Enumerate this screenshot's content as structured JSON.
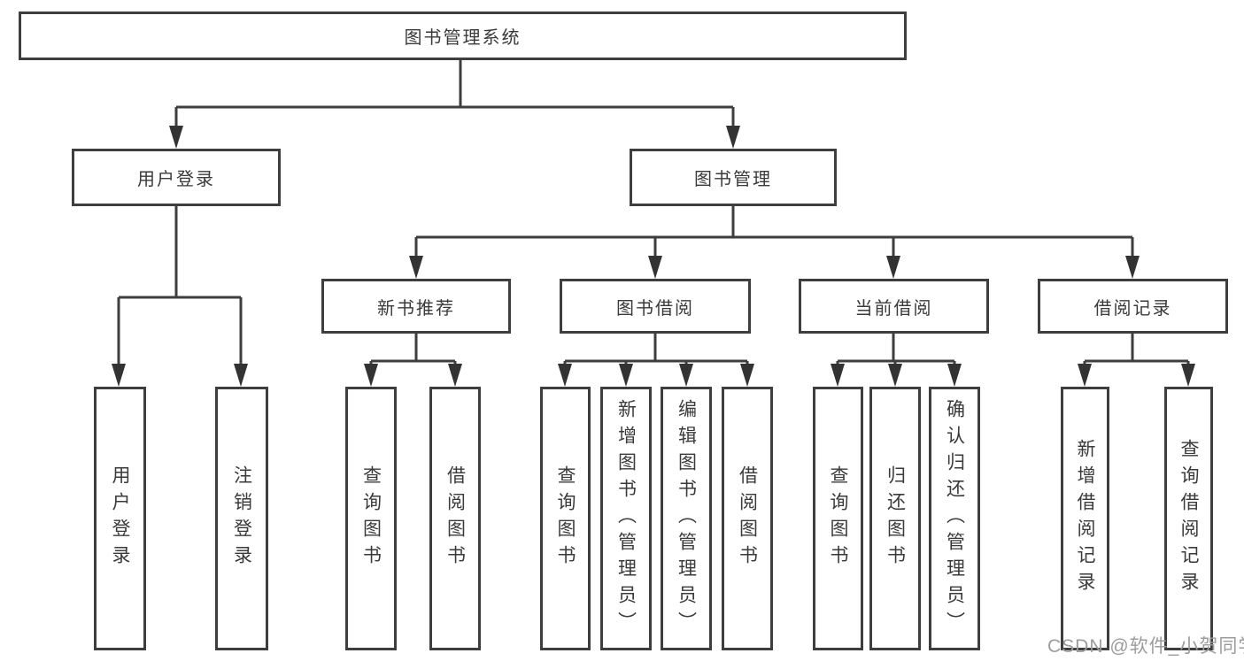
{
  "nodes": {
    "root": {
      "label": "图书管理系统"
    },
    "user_login": {
      "label": "用户登录"
    },
    "book_management": {
      "label": "图书管理"
    },
    "new_book_recommend": {
      "label": "新书推荐"
    },
    "book_borrowing": {
      "label": "图书借阅"
    },
    "current_borrowing": {
      "label": "当前借阅"
    },
    "borrowing_records": {
      "label": "借阅记录"
    },
    "leaf_user_login": {
      "label": "用户登录"
    },
    "leaf_logout_login": {
      "label": "注销登录"
    },
    "leaf_query_books_recommend": {
      "label": "查询图书"
    },
    "leaf_borrow_books_recommend": {
      "label": "借阅图书"
    },
    "leaf_query_books_borrowing": {
      "label": "查询图书"
    },
    "leaf_add_books_admin": {
      "label": "新增图书（管理员）"
    },
    "leaf_edit_books_admin": {
      "label": "编辑图书（管理员）"
    },
    "leaf_borrow_books_borrowing": {
      "label": "借阅图书"
    },
    "leaf_query_books_current": {
      "label": "查询图书"
    },
    "leaf_return_books": {
      "label": "归还图书"
    },
    "leaf_confirm_return_admin": {
      "label": "确认归还（管理员）"
    },
    "leaf_add_borrow_record": {
      "label": "新增借阅记录"
    },
    "leaf_query_borrow_record": {
      "label": "查询借阅记录"
    }
  },
  "watermark": {
    "text": "CSDN @软件_小贺同学"
  },
  "colors": {
    "line": "#3e3e3e",
    "text": "#3a3a3a",
    "watermark": "#9c9c9c",
    "background": "#ffffff"
  }
}
